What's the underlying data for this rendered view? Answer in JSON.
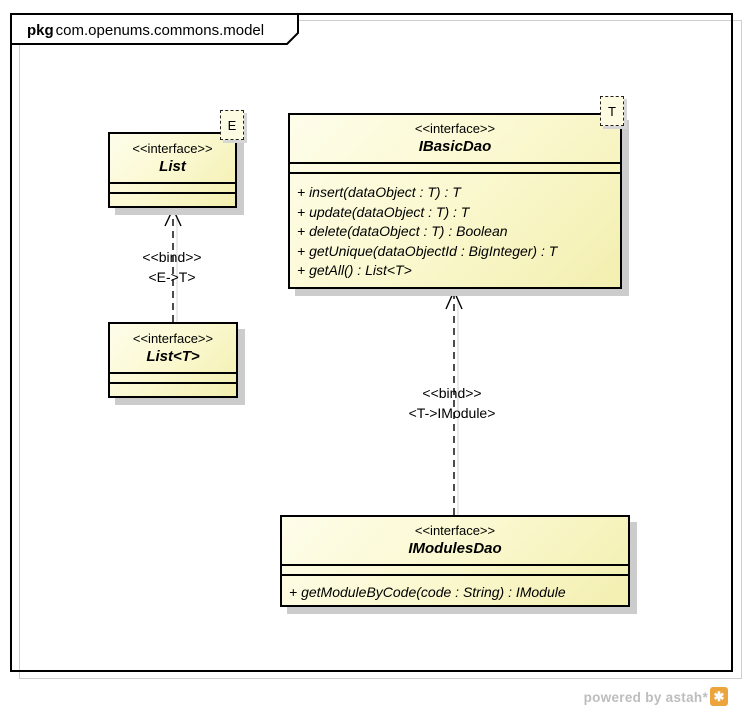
{
  "frame": {
    "keyword": "pkg",
    "title": "com.openums.commons.model"
  },
  "classes": [
    {
      "stereotype": "<<interface>>",
      "name": "List",
      "template_param": "E",
      "operations": []
    },
    {
      "stereotype": "<<interface>>",
      "name": "IBasicDao",
      "template_param": "T",
      "operations": [
        "+ insert(dataObject : T) : T",
        "+ update(dataObject : T) : T",
        "+ delete(dataObject : T) : Boolean",
        "+ getUnique(dataObjectId : BigInteger) : T",
        "+ getAll() : List<T>"
      ]
    },
    {
      "stereotype": "<<interface>>",
      "name": "List<T>",
      "operations": []
    },
    {
      "stereotype": "<<interface>>",
      "name": "IModulesDao",
      "operations": [
        "+ getModuleByCode(code : String) : IModule"
      ]
    }
  ],
  "bindings": [
    {
      "stereotype": "<<bind>>",
      "substitution": "<E->T>"
    },
    {
      "stereotype": "<<bind>>",
      "substitution": "<T->IModule>"
    }
  ],
  "watermark": {
    "text": "powered by astah*",
    "logo_glyph": "✱"
  },
  "colors": {
    "class_fill_light": "#fefdea",
    "class_fill_dark": "#f3efb0",
    "frame_border": "#000000",
    "shadow_gray": "#cccccc",
    "watermark_text": "#bdbdbd",
    "logo_orange": "#eca43c"
  }
}
